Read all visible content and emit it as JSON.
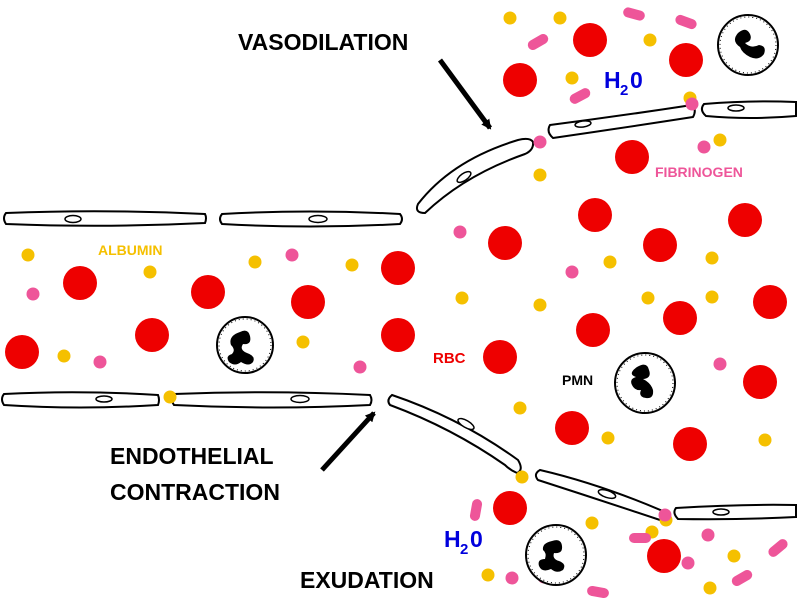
{
  "labels": {
    "vasodilation": "VASODILATION",
    "endothelial_line1": "ENDOTHELIAL",
    "endothelial_line2": "CONTRACTION",
    "exudation": "EXUDATION",
    "albumin": "ALBUMIN",
    "fibrinogen": "FIBRINOGEN",
    "rbc": "RBC",
    "pmn": "PMN",
    "h2o_top_base": "H",
    "h2o_top_sub": "2",
    "h2o_top_tail": "0",
    "h2o_bottom_base": "H",
    "h2o_bottom_sub": "2",
    "h2o_bottom_tail": "0"
  },
  "colors": {
    "rbc": "#ee0000",
    "albumin": "#f5c000",
    "fibrinogen": "#ee5599",
    "water": "#0000dd",
    "outline": "#000000",
    "text": "#000000"
  }
}
